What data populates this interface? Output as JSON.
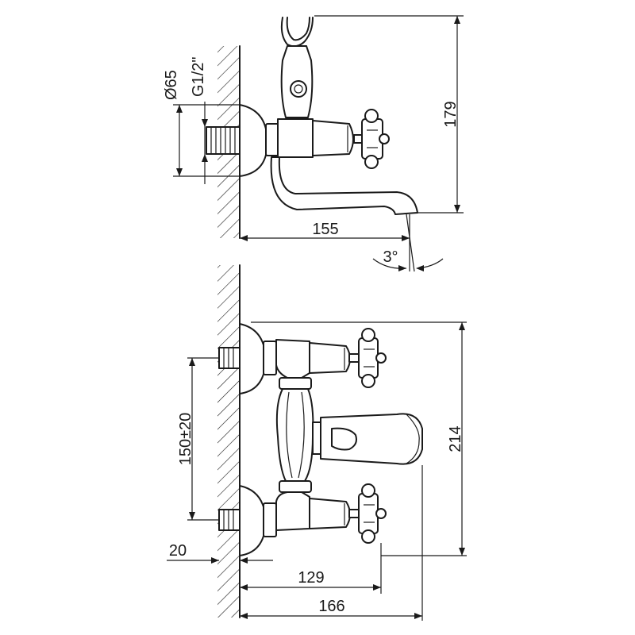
{
  "dimensions": {
    "diameter": "Ø65",
    "thread": "G1/2\"",
    "height_top": "179",
    "projection_top": "155",
    "angle": "3°",
    "centers": "150±20",
    "height_front": "214",
    "offset": "20",
    "spout_projection": "129",
    "total_projection": "166"
  }
}
